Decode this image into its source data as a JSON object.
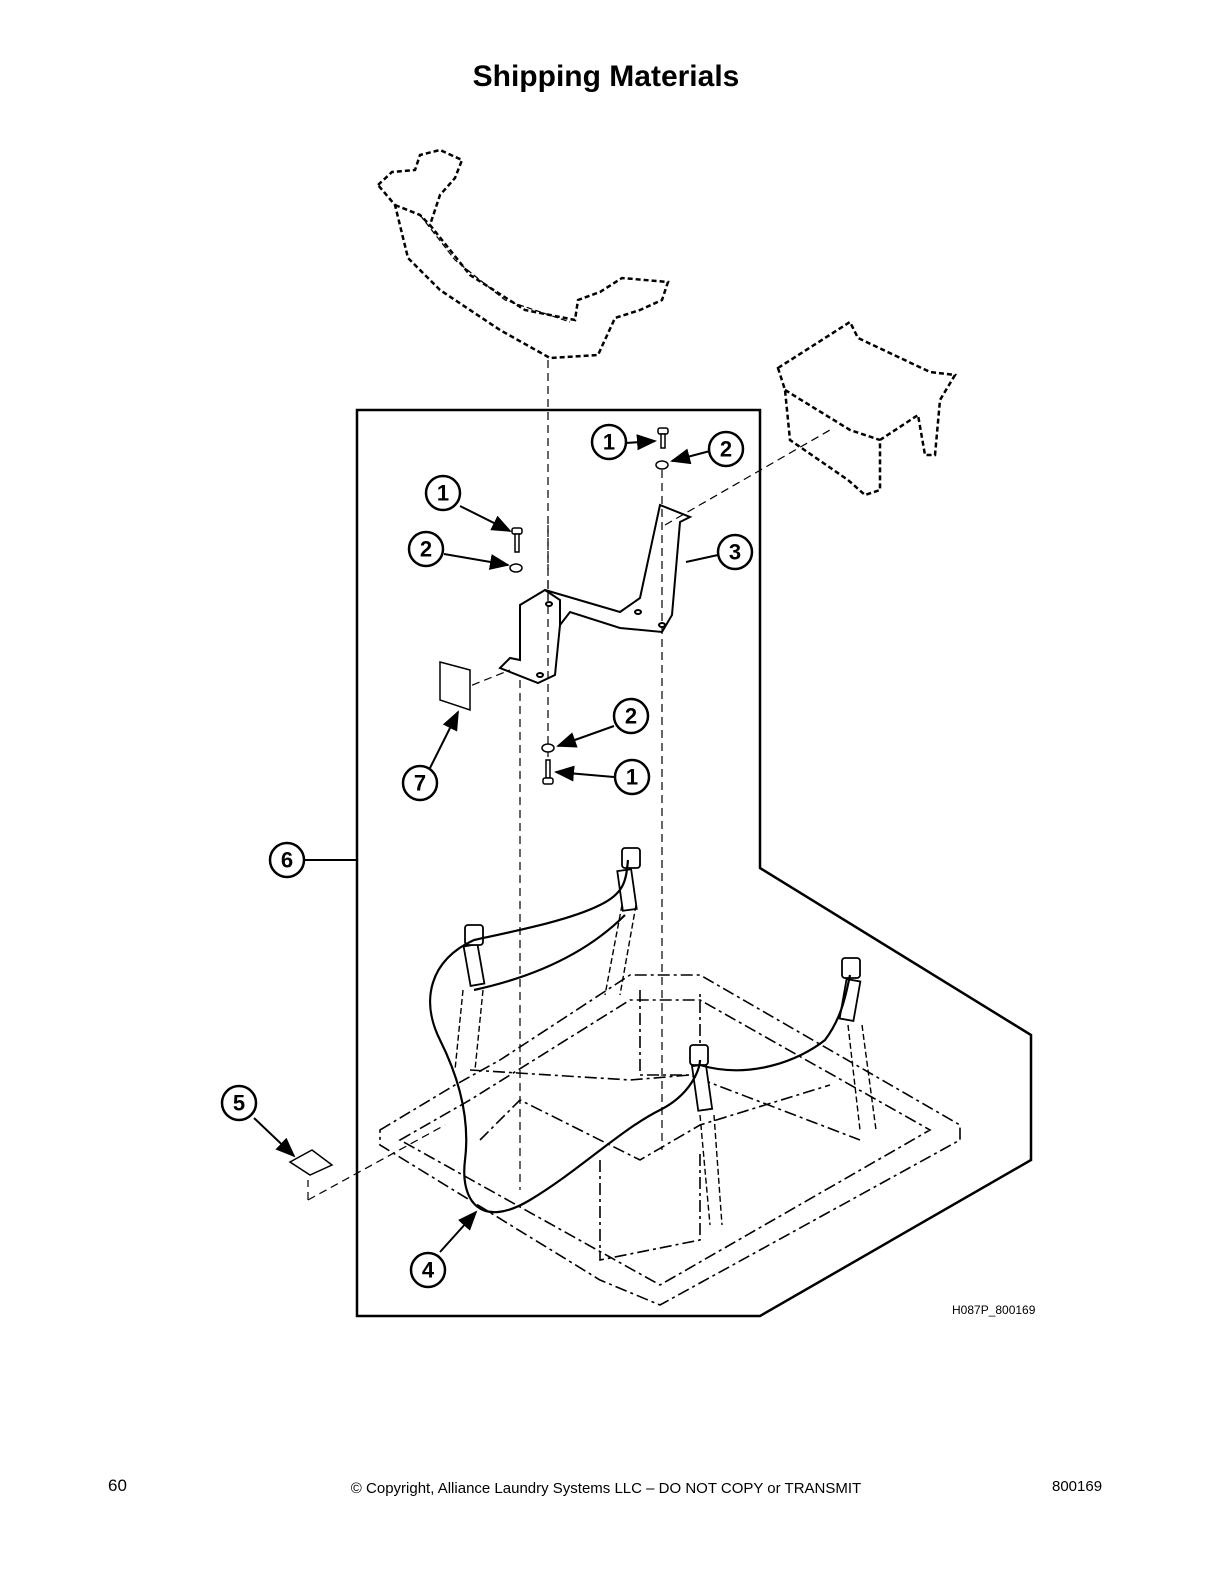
{
  "page_title": "Shipping Materials",
  "drawing_code": "H087P_800169",
  "footer": {
    "page_number": "60",
    "copyright": "© Copyright, Alliance Laundry Systems LLC – DO NOT COPY or TRANSMIT",
    "doc_number": "800169"
  },
  "callouts": {
    "c1a": "1",
    "c2a": "2",
    "c1b": "1",
    "c2b": "2",
    "c3": "3",
    "c2c": "2",
    "c1c": "1",
    "c7": "7",
    "c6": "6",
    "c5": "5",
    "c4": "4"
  }
}
